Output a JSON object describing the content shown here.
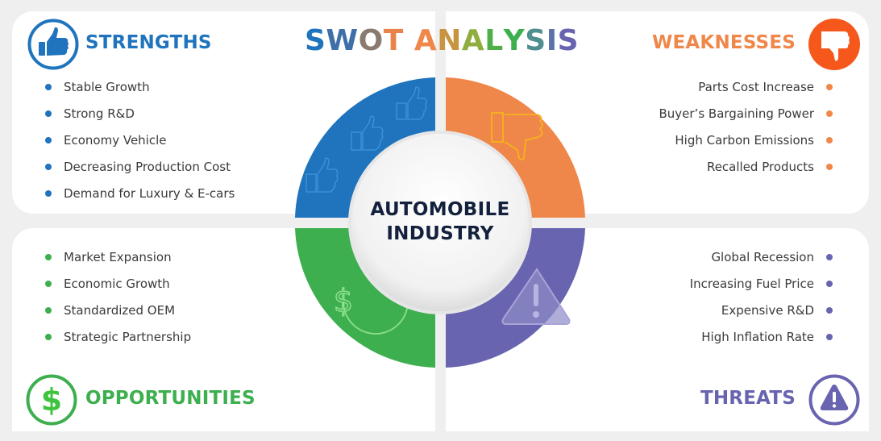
{
  "title": {
    "letters": [
      {
        "ch": "S",
        "color": "#1f74bd"
      },
      {
        "ch": "W",
        "color": "#3f6fa8"
      },
      {
        "ch": "O",
        "color": "#8a7a70"
      },
      {
        "ch": "T",
        "color": "#e8844a"
      },
      {
        "ch": " ",
        "color": "#ffffff"
      },
      {
        "ch": "A",
        "color": "#f0874a"
      },
      {
        "ch": "N",
        "color": "#c99440"
      },
      {
        "ch": "A",
        "color": "#8fae3e"
      },
      {
        "ch": "L",
        "color": "#4fb04a"
      },
      {
        "ch": "Y",
        "color": "#3daf4f"
      },
      {
        "ch": "S",
        "color": "#4f8f90"
      },
      {
        "ch": "I",
        "color": "#5c72a8"
      },
      {
        "ch": "S",
        "color": "#6864b0"
      }
    ]
  },
  "center": {
    "line1": "AUTOMOBILE",
    "line2": "INDUSTRY"
  },
  "colors": {
    "strengths": "#1f74bd",
    "weaknesses": "#f0874a",
    "opportunities": "#3daf4f",
    "threats": "#6864b0",
    "weakness_badge": "#f6581c",
    "opportunity_badge": "#3ec43e"
  },
  "strengths": {
    "heading": "STRENGTHS",
    "icon": "thumbs-up-icon",
    "items": [
      "Stable Growth",
      "Strong R&D",
      "Economy Vehicle",
      "Decreasing Production Cost",
      "Demand for Luxury & E-cars"
    ]
  },
  "weaknesses": {
    "heading": "WEAKNESSES",
    "icon": "thumbs-down-icon",
    "items": [
      "Parts Cost Increase",
      "Buyer’s Bargaining Power",
      "High Carbon Emissions",
      "Recalled Products"
    ]
  },
  "opportunities": {
    "heading": "OPPORTUNITIES",
    "icon": "dollar-icon",
    "items": [
      "Market Expansion",
      "Economic Growth",
      "Standardized OEM",
      "Strategic Partnership"
    ]
  },
  "threats": {
    "heading": "THREATS",
    "icon": "warning-icon",
    "items": [
      "Global Recession",
      "Increasing Fuel Price",
      "Expensive R&D",
      "High Inflation Rate"
    ]
  }
}
